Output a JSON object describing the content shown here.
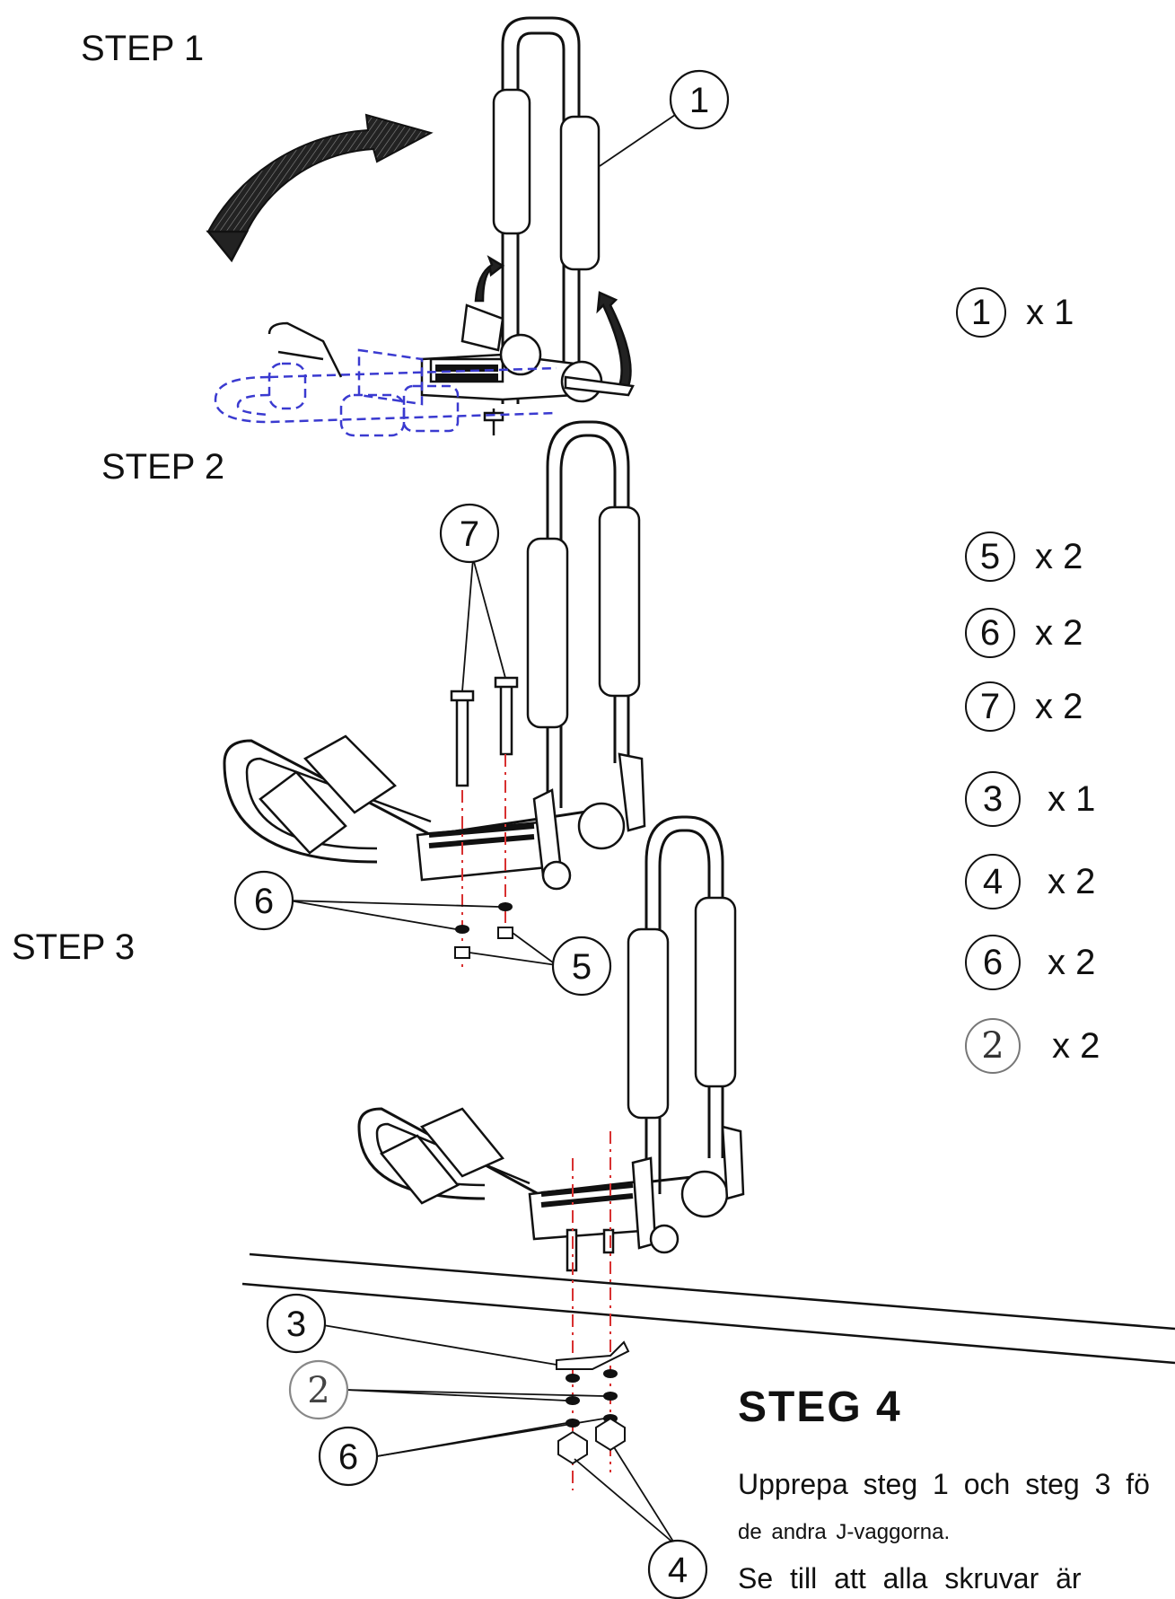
{
  "steps": {
    "step1": "STEP 1",
    "step2": "STEP 2",
    "step3": "STEP 3"
  },
  "callouts": {
    "c1": "1",
    "c7": "7",
    "c6a": "6",
    "c5": "5",
    "c3": "3",
    "c2": "2",
    "c6b": "6",
    "c4": "4"
  },
  "parts": [
    {
      "num": "1",
      "qty": "x 1"
    },
    {
      "num": "5",
      "qty": "x 2"
    },
    {
      "num": "6",
      "qty": "x 2"
    },
    {
      "num": "7",
      "qty": "x 2"
    },
    {
      "num": "3",
      "qty": "x 1"
    },
    {
      "num": "4",
      "qty": "x 2"
    },
    {
      "num": "6",
      "qty": "x 2"
    },
    {
      "num": "2",
      "qty": "x 2"
    }
  ],
  "steg4": {
    "title": "STEG  4",
    "line1": "Upprepa steg 1 och steg 3 fö",
    "line2": "de andra J-vaggorna.",
    "line3": "Se till att alla skruvar är"
  },
  "colors": {
    "ink": "#111111",
    "dashed_blue": "#3a3ad0",
    "guide_red": "#d83030"
  }
}
